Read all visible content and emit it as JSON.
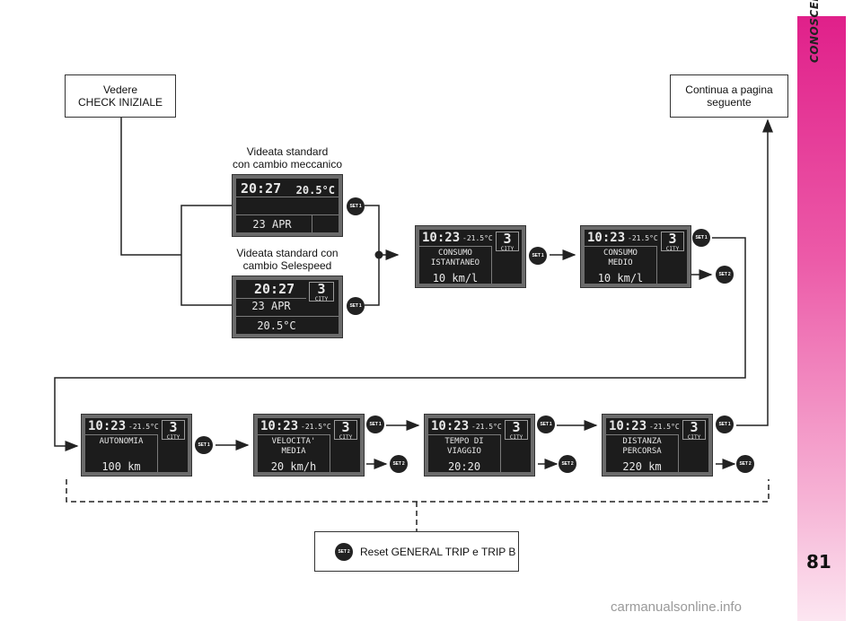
{
  "side_title": "CONOSCENZA DELLA VETTURA",
  "page_number": "81",
  "watermark": "carmanualsonline.info",
  "start_box": {
    "line1": "Vedere",
    "line2": "CHECK INIZIALE"
  },
  "continue_box": {
    "line1": "Continua a pagina",
    "line2": "seguente"
  },
  "caption_manual": {
    "line1": "Videata standard",
    "line2": "con cambio meccanico"
  },
  "caption_selespeed": {
    "line1": "Videata standard con",
    "line2": "cambio Selespeed"
  },
  "screen_manual": {
    "time": "20:27",
    "temp": "20.5°C",
    "date": "23 APR"
  },
  "screen_selespeed": {
    "time": "20:27",
    "gear": "3",
    "mode": "CITY",
    "date": "23 APR",
    "temp": "20.5°C"
  },
  "trip_screens": [
    {
      "time": "10:23",
      "temp": "-21.5°C",
      "gear": "3",
      "mode": "CITY",
      "label1": "CONSUMO",
      "label2": "ISTANTANEO",
      "value": "10 km/l"
    },
    {
      "time": "10:23",
      "temp": "-21.5°C",
      "gear": "3",
      "mode": "CITY",
      "label1": "CONSUMO",
      "label2": "MEDIO",
      "value": "10 km/l"
    },
    {
      "time": "10:23",
      "temp": "-21.5°C",
      "gear": "3",
      "mode": "CITY",
      "label1": "AUTONOMIA",
      "label2": "",
      "value": "100 km"
    },
    {
      "time": "10:23",
      "temp": "-21.5°C",
      "gear": "3",
      "mode": "CITY",
      "label1": "VELOCITA'",
      "label2": "MEDIA",
      "value": "20 km/h"
    },
    {
      "time": "10:23",
      "temp": "-21.5°C",
      "gear": "3",
      "mode": "CITY",
      "label1": "TEMPO DI",
      "label2": "VIAGGIO",
      "value": "20:20"
    },
    {
      "time": "10:23",
      "temp": "-21.5°C",
      "gear": "3",
      "mode": "CITY",
      "label1": "DISTANZA",
      "label2": "PERCORSA",
      "value": "220 km"
    }
  ],
  "buttons": {
    "set1": "SET 1",
    "set2": "SET 2"
  },
  "reset_box": {
    "button": "SET 2",
    "text": "Reset GENERAL TRIP e TRIP B"
  }
}
